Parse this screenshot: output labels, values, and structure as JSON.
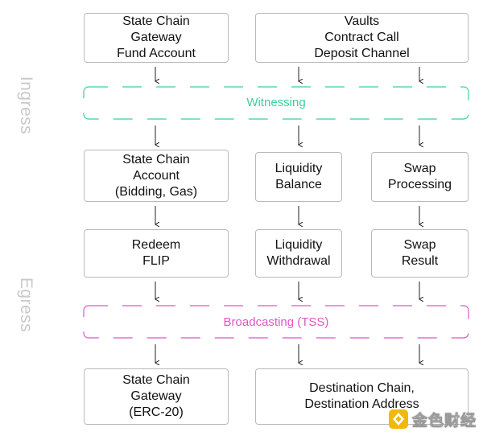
{
  "side_labels": {
    "ingress": "Ingress",
    "egress": "Egress"
  },
  "bands": {
    "witnessing": {
      "label": "Witnessing",
      "color": "#3ecf9a"
    },
    "broadcasting": {
      "label": "Broadcasting (TSS)",
      "color": "#e055c4"
    }
  },
  "boxes": {
    "gateway_fund": {
      "lines": [
        "State Chain",
        "Gateway",
        "Fund Account"
      ]
    },
    "vaults": {
      "lines": [
        "Vaults",
        "Contract Call",
        "Deposit Channel"
      ]
    },
    "sc_account": {
      "lines": [
        "State Chain",
        "Account",
        "(Bidding, Gas)"
      ]
    },
    "liquidity_balance": {
      "lines": [
        "Liquidity",
        "Balance"
      ]
    },
    "swap_processing": {
      "lines": [
        "Swap",
        "Processing"
      ]
    },
    "redeem_flip": {
      "lines": [
        "Redeem",
        "FLIP"
      ]
    },
    "liquidity_withdrawal": {
      "lines": [
        "Liquidity",
        "Withdrawal"
      ]
    },
    "swap_result": {
      "lines": [
        "Swap",
        "Result"
      ]
    },
    "gateway_erc20": {
      "lines": [
        "State Chain",
        "Gateway",
        "(ERC-20)"
      ]
    },
    "destination": {
      "lines": [
        "Destination Chain,",
        "Destination Address"
      ]
    }
  },
  "watermark": {
    "text": "金色财经",
    "logo_color": "#f0b90b"
  }
}
